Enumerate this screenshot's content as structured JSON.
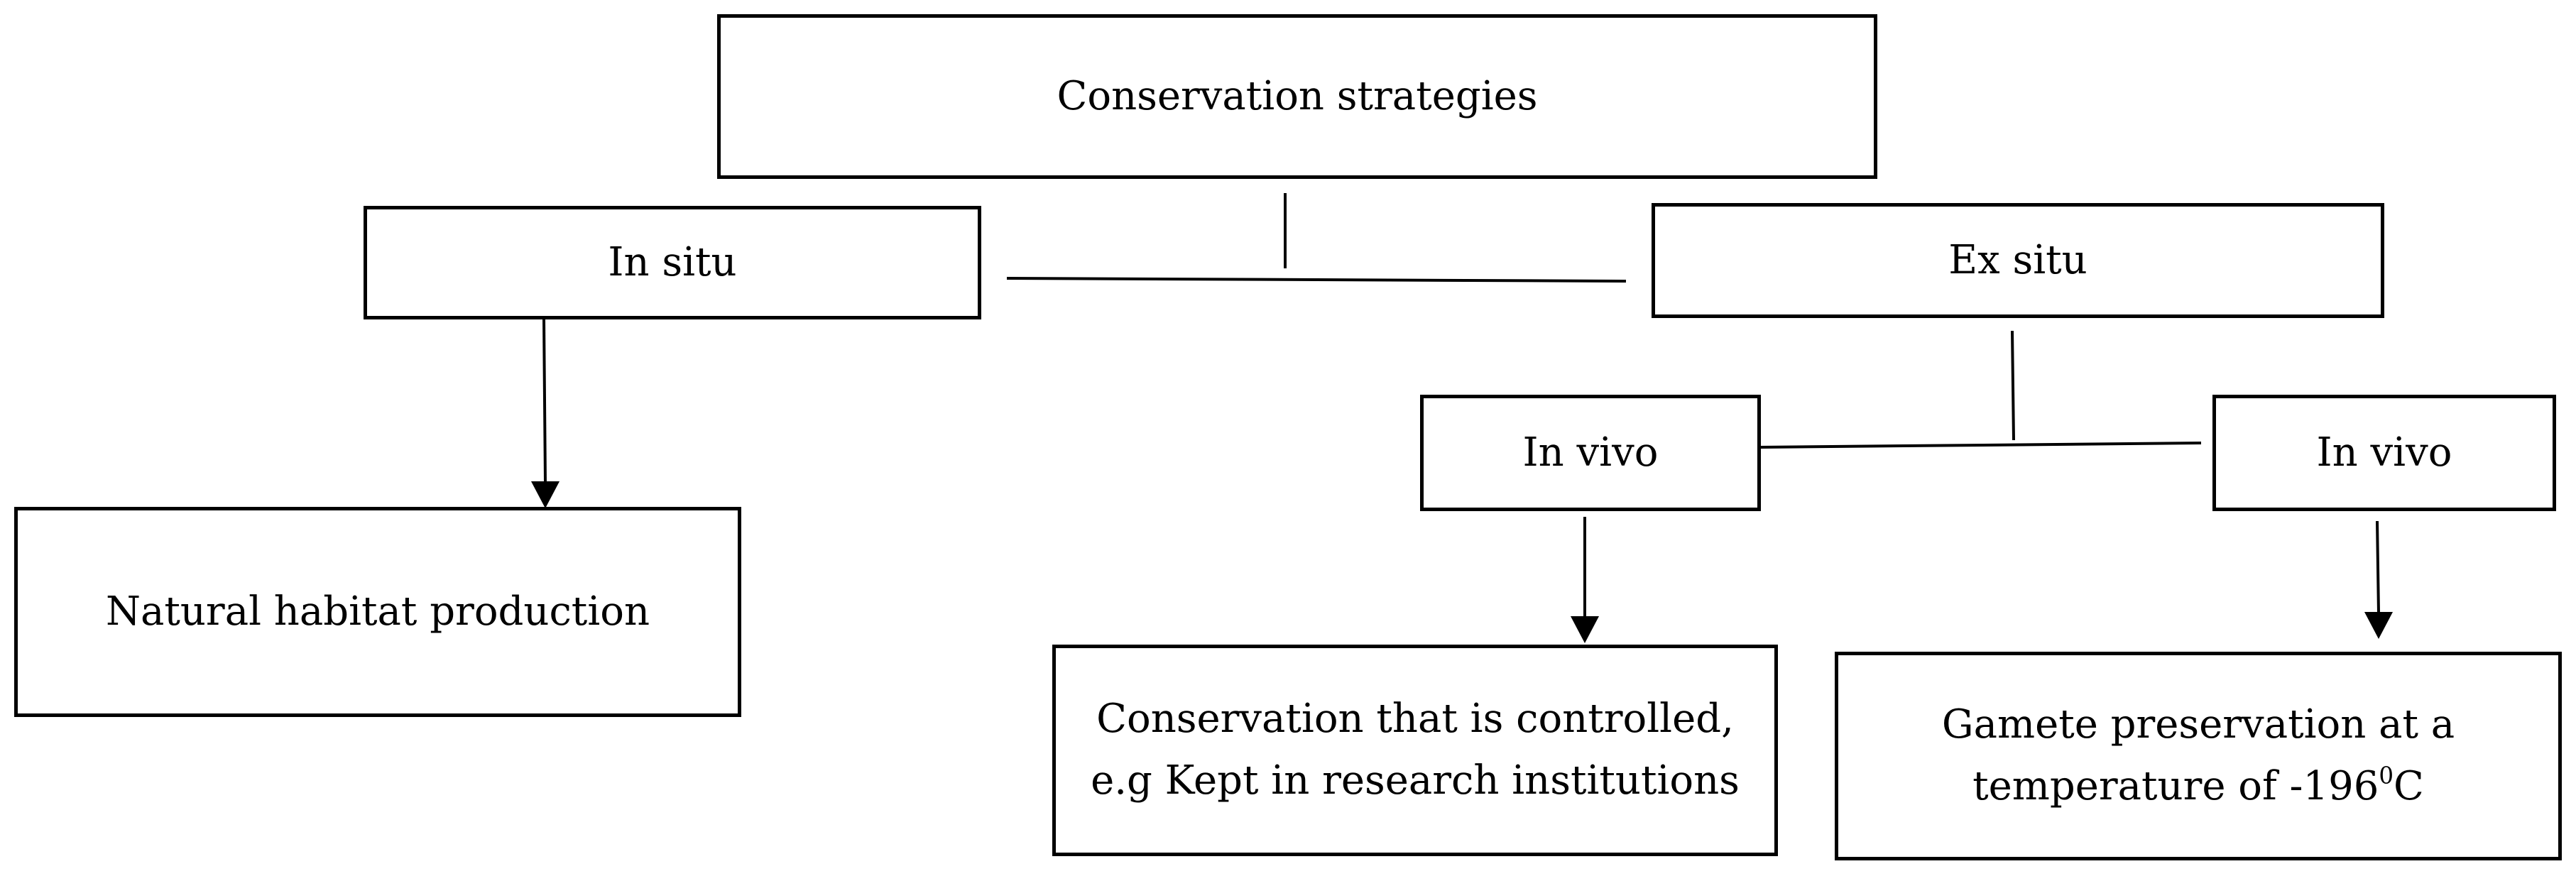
{
  "diagram": {
    "root": {
      "label": "Conservation strategies"
    },
    "in_situ": {
      "label": "In situ"
    },
    "ex_situ": {
      "label": "Ex situ"
    },
    "in_situ_result": {
      "label": "Natural habitat production"
    },
    "in_vivo_left": {
      "label": "In vivo"
    },
    "in_vivo_right": {
      "label": "In vivo"
    },
    "controlled": {
      "line1": "Conservation that is controlled,",
      "line2": "e.g Kept in research institutions"
    },
    "gamete": {
      "line1": "Gamete preservation at a",
      "line2_prefix": "temperature of -196",
      "line2_sup": "0",
      "line2_suffix": "C"
    }
  }
}
